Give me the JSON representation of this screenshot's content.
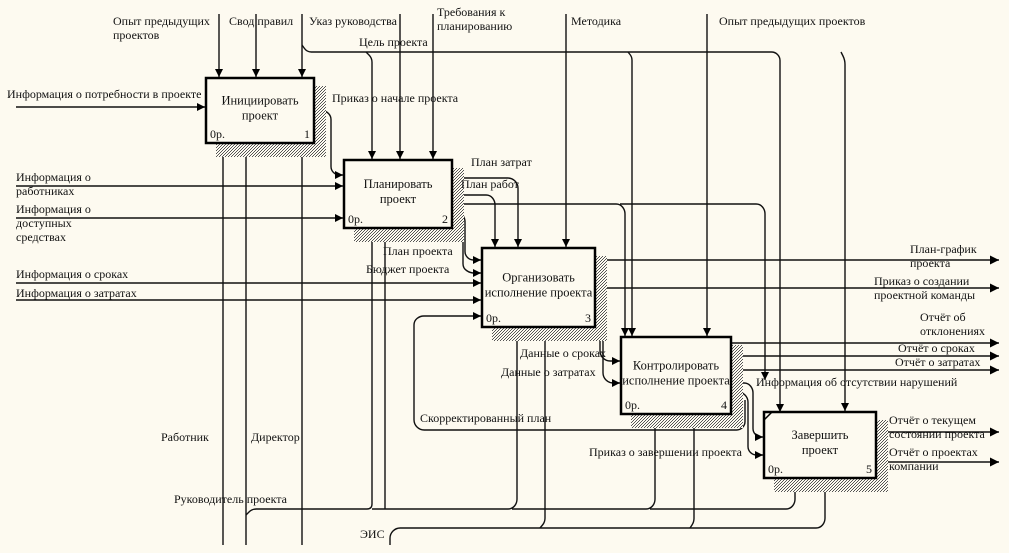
{
  "diagram": {
    "type": "IDEF0",
    "boxes": [
      {
        "id": 1,
        "title_lines": [
          "Инициировать",
          "проект"
        ],
        "cost": "0р.",
        "number": "1"
      },
      {
        "id": 2,
        "title_lines": [
          "Планировать",
          "проект"
        ],
        "cost": "0р.",
        "number": "2"
      },
      {
        "id": 3,
        "title_lines": [
          "Организовать",
          "исполнение проекта"
        ],
        "cost": "0р.",
        "number": "3"
      },
      {
        "id": 4,
        "title_lines": [
          "Контролировать",
          "исполнение проекта"
        ],
        "cost": "0р.",
        "number": "4"
      },
      {
        "id": 5,
        "title_lines": [
          "Завершить",
          "проект"
        ],
        "cost": "0р.",
        "number": "5"
      }
    ],
    "labels": {
      "ctrl_opyt1": [
        "Опыт предыдущих",
        "проектов"
      ],
      "ctrl_svod": [
        "Свод правил"
      ],
      "ctrl_ukaz": [
        "Указ руководства"
      ],
      "ctrl_trebovaniya": [
        "Требования к",
        "планированию"
      ],
      "ctrl_tsel": [
        "Цель проекта"
      ],
      "ctrl_metodika": [
        "Методика"
      ],
      "ctrl_opyt2": [
        "Опыт предыдущих проектов"
      ],
      "in_info_potreb": [
        "Информация о потребности в проекте"
      ],
      "out_prikaz_nachalo": [
        "Приказ о начале проекта"
      ],
      "in_info_rab": [
        "Информация о",
        "работниках"
      ],
      "in_info_sredstva": [
        "Информация о",
        "доступных",
        "средствах"
      ],
      "in_info_sroki": [
        "Информация о сроках"
      ],
      "in_info_zatraty": [
        "Информация о затратах"
      ],
      "out_plan_zatrat": [
        "План затрат"
      ],
      "out_plan_rabot": [
        "План работ"
      ],
      "out_plan_proekta": [
        "План проекта"
      ],
      "out_budzhet": [
        "Бюджет проекта"
      ],
      "out_plan_grafik": [
        "План-график",
        "проекта"
      ],
      "out_prikaz_komanda": [
        "Приказ о создании",
        "проектной команды"
      ],
      "out_otchet_otkl": [
        "Отчёт об",
        "отклонениях"
      ],
      "out_otchet_sroki": [
        "Отчёт о сроках"
      ],
      "out_otchet_zatraty": [
        "Отчёт о затратах"
      ],
      "out_dannye_sroki": [
        "Данные о сроках"
      ],
      "out_dannye_zatraty": [
        "Данные о затратах"
      ],
      "out_info_narush": [
        "Информация об отсутствии нарушений"
      ],
      "out_skorr_plan": [
        "Скорректированный план"
      ],
      "out_prikaz_zaversh": [
        "Приказ о завершении проекта"
      ],
      "out_otchet_tekush": [
        "Отчёт о текущем",
        "состоянии проекта"
      ],
      "out_otchet_kompanii": [
        "Отчёт о проектах",
        "компании"
      ],
      "mech_rabotnik": [
        "Работник"
      ],
      "mech_direktor": [
        "Директор"
      ],
      "mech_rukovoditel": [
        "Руководитель проекта"
      ],
      "mech_eis": [
        "ЭИС"
      ]
    }
  }
}
